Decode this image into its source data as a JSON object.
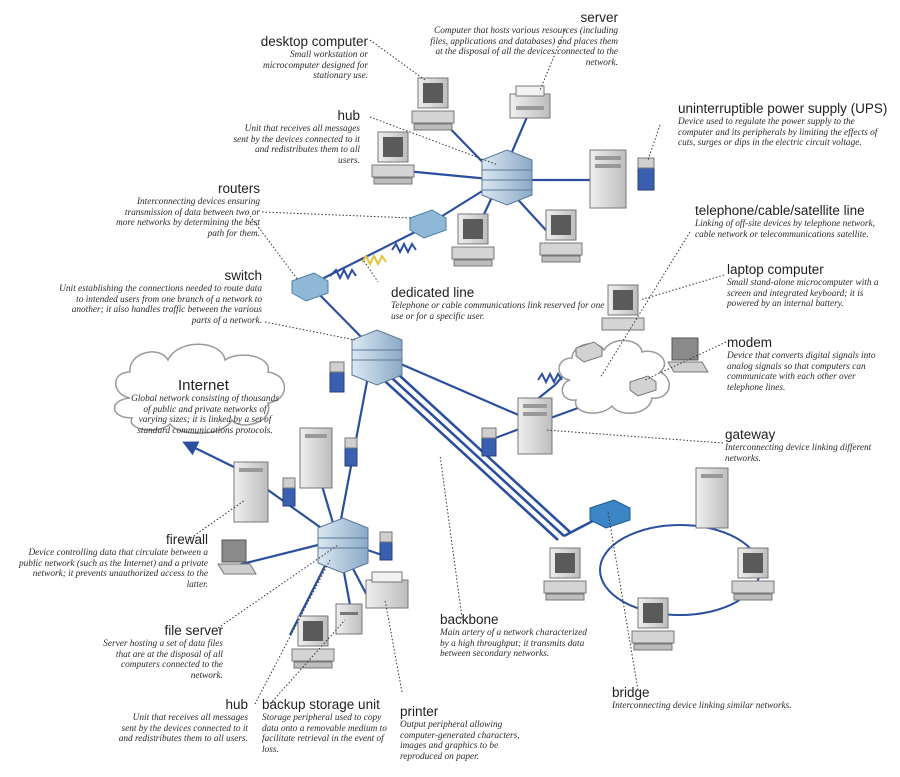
{
  "labels": {
    "desktop_computer": {
      "title": "desktop computer",
      "desc": "Small workstation or microcomputer designed for stationary use."
    },
    "server": {
      "title": "server",
      "desc": "Computer that hosts various resources (including files, applications and databases) and places them at the disposal of all the devices connected to the network."
    },
    "hub_top": {
      "title": "hub",
      "desc": "Unit that receives all messages sent by the devices connected to it and redistributes them to all users."
    },
    "ups": {
      "title": "uninterruptible power supply (UPS)",
      "desc": "Device used to regulate the power supply to the computer and its peripherals by limiting the effects of cuts, surges or dips in the electric circuit voltage."
    },
    "routers": {
      "title": "routers",
      "desc": "Interconnecting devices ensuring transmission of data between two or more networks by determining the best path for them."
    },
    "telephone_line": {
      "title": "telephone/cable/satellite line",
      "desc": "Linking of off-site devices by telephone network, cable network or telecommunications satellite."
    },
    "switch": {
      "title": "switch",
      "desc": "Unit establishing the connections needed to route data to intended users from one branch of a network to another; it also handles traffic between the various parts of a network."
    },
    "dedicated_line": {
      "title": "dedicated line",
      "desc": "Telephone or cable communications link reserved for one use or for a specific user."
    },
    "laptop": {
      "title": "laptop computer",
      "desc": "Small stand-alone microcomputer with a screen and integrated keyboard; it is powered by an internal battery."
    },
    "modem": {
      "title": "modem",
      "desc": "Device that converts digital signals into analog signals so that computers can communicate with each other over telephone lines."
    },
    "internet": {
      "title": "Internet",
      "desc": "Global network consisting of thousands of public and private networks of varying sizes; it is linked by a set of standard communications protocols."
    },
    "gateway": {
      "title": "gateway",
      "desc": "Interconnecting device linking different networks."
    },
    "firewall": {
      "title": "firewall",
      "desc": "Device controlling data that circulate between a public network (such as the Internet) and a private network; it prevents unauthorized access to the latter."
    },
    "backbone": {
      "title": "backbone",
      "desc": "Main artery of a network characterized by a high throughput; it transmits data between secondary networks."
    },
    "file_server": {
      "title": "file server",
      "desc": "Server hosting a set of data files that are at the disposal of all computers connected to the network."
    },
    "bridge": {
      "title": "bridge",
      "desc": "Interconnecting device linking similar networks."
    },
    "hub_bottom": {
      "title": "hub",
      "desc": "Unit that receives all messages sent by the devices connected to it and redistributes them to all users."
    },
    "backup_storage": {
      "title": "backup storage unit",
      "desc": "Storage peripheral used to copy data onto a removable medium to facilitate retrieval in the event of loss."
    },
    "printer": {
      "title": "printer",
      "desc": "Output peripheral allowing computer-generated characters, images and graphics to be reproduced on paper."
    }
  },
  "colors": {
    "cable": "#2b4f9e",
    "backbone": "#2b4f9e",
    "leader": "#333333",
    "device_body": "#d9d9d9",
    "device_dark": "#8a8a8a",
    "hub_blue": "#a9c4dc",
    "router_blue": "#8fb8d6",
    "bridge_blue": "#3c86c8",
    "ups_blue": "#3a5fb0",
    "dedicated_line_yellow": "#e3c23a",
    "cloud_stroke": "#9a9a9a"
  },
  "icons": [
    "desktop-computer-icon",
    "server-icon",
    "hub-icon",
    "router-icon",
    "switch-icon",
    "modem-icon",
    "laptop-icon",
    "gateway-icon",
    "firewall-icon",
    "printer-icon",
    "backup-storage-icon",
    "ups-icon",
    "bridge-icon",
    "cloud-icon"
  ]
}
